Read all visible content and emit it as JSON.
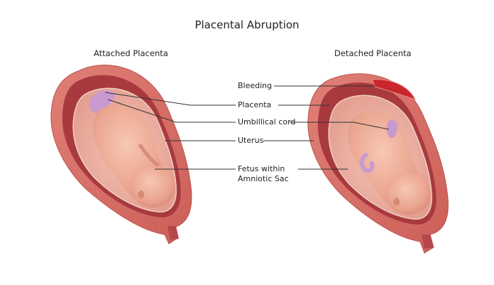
{
  "title": "Placental Abruption",
  "panels": {
    "left": {
      "title": "Attached Placenta"
    },
    "right": {
      "title": "Detached Placenta"
    }
  },
  "labels": [
    {
      "text": "Bleeding"
    },
    {
      "text": "Placenta"
    },
    {
      "text": "Umbillical cord"
    },
    {
      "text": "Uterus"
    },
    {
      "text": "Fetus within"
    },
    {
      "text": "Amniotic Sac"
    }
  ],
  "colors": {
    "uterus_wall": "#d9736a",
    "uterus_inner": "#a8343a",
    "amniotic_sac": "#e9a99b",
    "fetus_skin": "#eeb09a",
    "placenta": "#c99ad0",
    "bleeding": "#c8262c",
    "leader_line": "#333333"
  }
}
